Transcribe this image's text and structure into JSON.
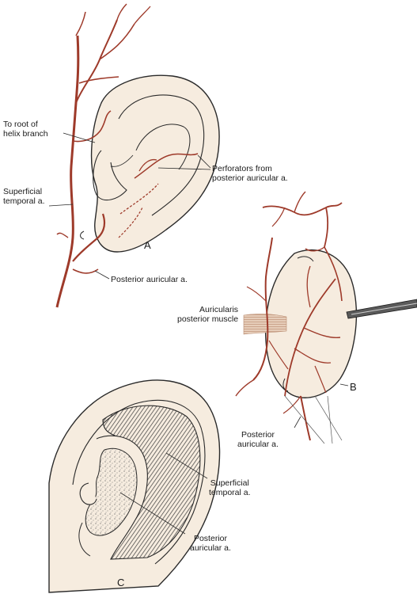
{
  "panels": {
    "a": "A",
    "b": "B",
    "c": "C"
  },
  "labels": {
    "root_helix_line1": "To root of",
    "root_helix_line2": "helix branch",
    "sup_temporal_a_line1": "Superficial",
    "sup_temporal_a_line2": "temporal a.",
    "perforators_line1": "Perforators from",
    "perforators_line2": "posterior auricular a.",
    "post_auricular_a": "Posterior auricular a.",
    "auricularis_line1": "Auricularis",
    "auricularis_line2": "posterior muscle",
    "post_auricular_b_line1": "Posterior",
    "post_auricular_b_line2": "auricular a.",
    "sup_temporal_c_line1": "Superficial",
    "sup_temporal_c_line2": "temporal a.",
    "post_auricular_c_line1": "Posterior",
    "post_auricular_c_line2": "auricular a."
  },
  "colors": {
    "artery": "#9e3a2a",
    "artery_dark": "#6e2418",
    "skin": "#f6ecdf",
    "outline": "#2a2a2a",
    "muscle": "#d9b9a3"
  }
}
